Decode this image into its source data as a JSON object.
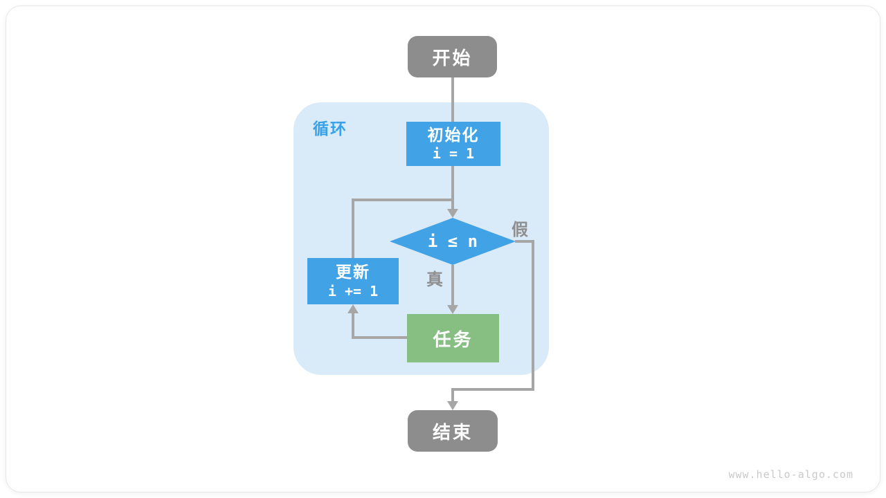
{
  "diagram": {
    "loop_container": {
      "label": "循环"
    },
    "nodes": {
      "start": {
        "label": "开始"
      },
      "init": {
        "title": "初始化",
        "code": "i = 1"
      },
      "condition": {
        "code": "i ≤ n"
      },
      "update": {
        "title": "更新",
        "code": "i += 1"
      },
      "task": {
        "label": "任务"
      },
      "end": {
        "label": "结束"
      }
    },
    "edge_labels": {
      "true_branch": "真",
      "false_branch": "假"
    },
    "colors": {
      "process_blue": "#41a2e5",
      "task_green": "#87be82",
      "terminal_gray": "#8d8d8d",
      "loop_background": "#d9eaf8",
      "loop_label_blue": "#38a1e8",
      "edge_gray": "#a6a6a6",
      "edge_label_gray": "#8f8f8f",
      "watermark_gray": "#c9c9c9"
    }
  },
  "page": {
    "watermark": "www.hello-algo.com"
  }
}
